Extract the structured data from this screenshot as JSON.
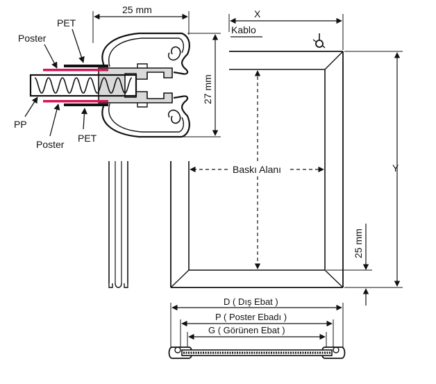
{
  "labels": {
    "pet_top": "PET",
    "poster_top": "Poster",
    "pp": "PP",
    "poster_bottom": "Poster",
    "pet_bottom": "PET",
    "width_25mm": "25 mm",
    "height_27mm": "27 mm",
    "x": "X",
    "kablo": "Kablo",
    "y": "Y",
    "baski_alani": "Baskı Alanı",
    "side_25mm": "25 mm",
    "d_dis_ebat": "D ( Dış Ebat )",
    "p_poster_ebadi": "P ( Poster Ebadı )",
    "g_gorunen_ebat": "G ( Görünen Ebat )"
  },
  "colors": {
    "poster": "#d4145a",
    "pet": "#111111",
    "profile_fill": "#d9d9d9",
    "line": "#111111"
  }
}
